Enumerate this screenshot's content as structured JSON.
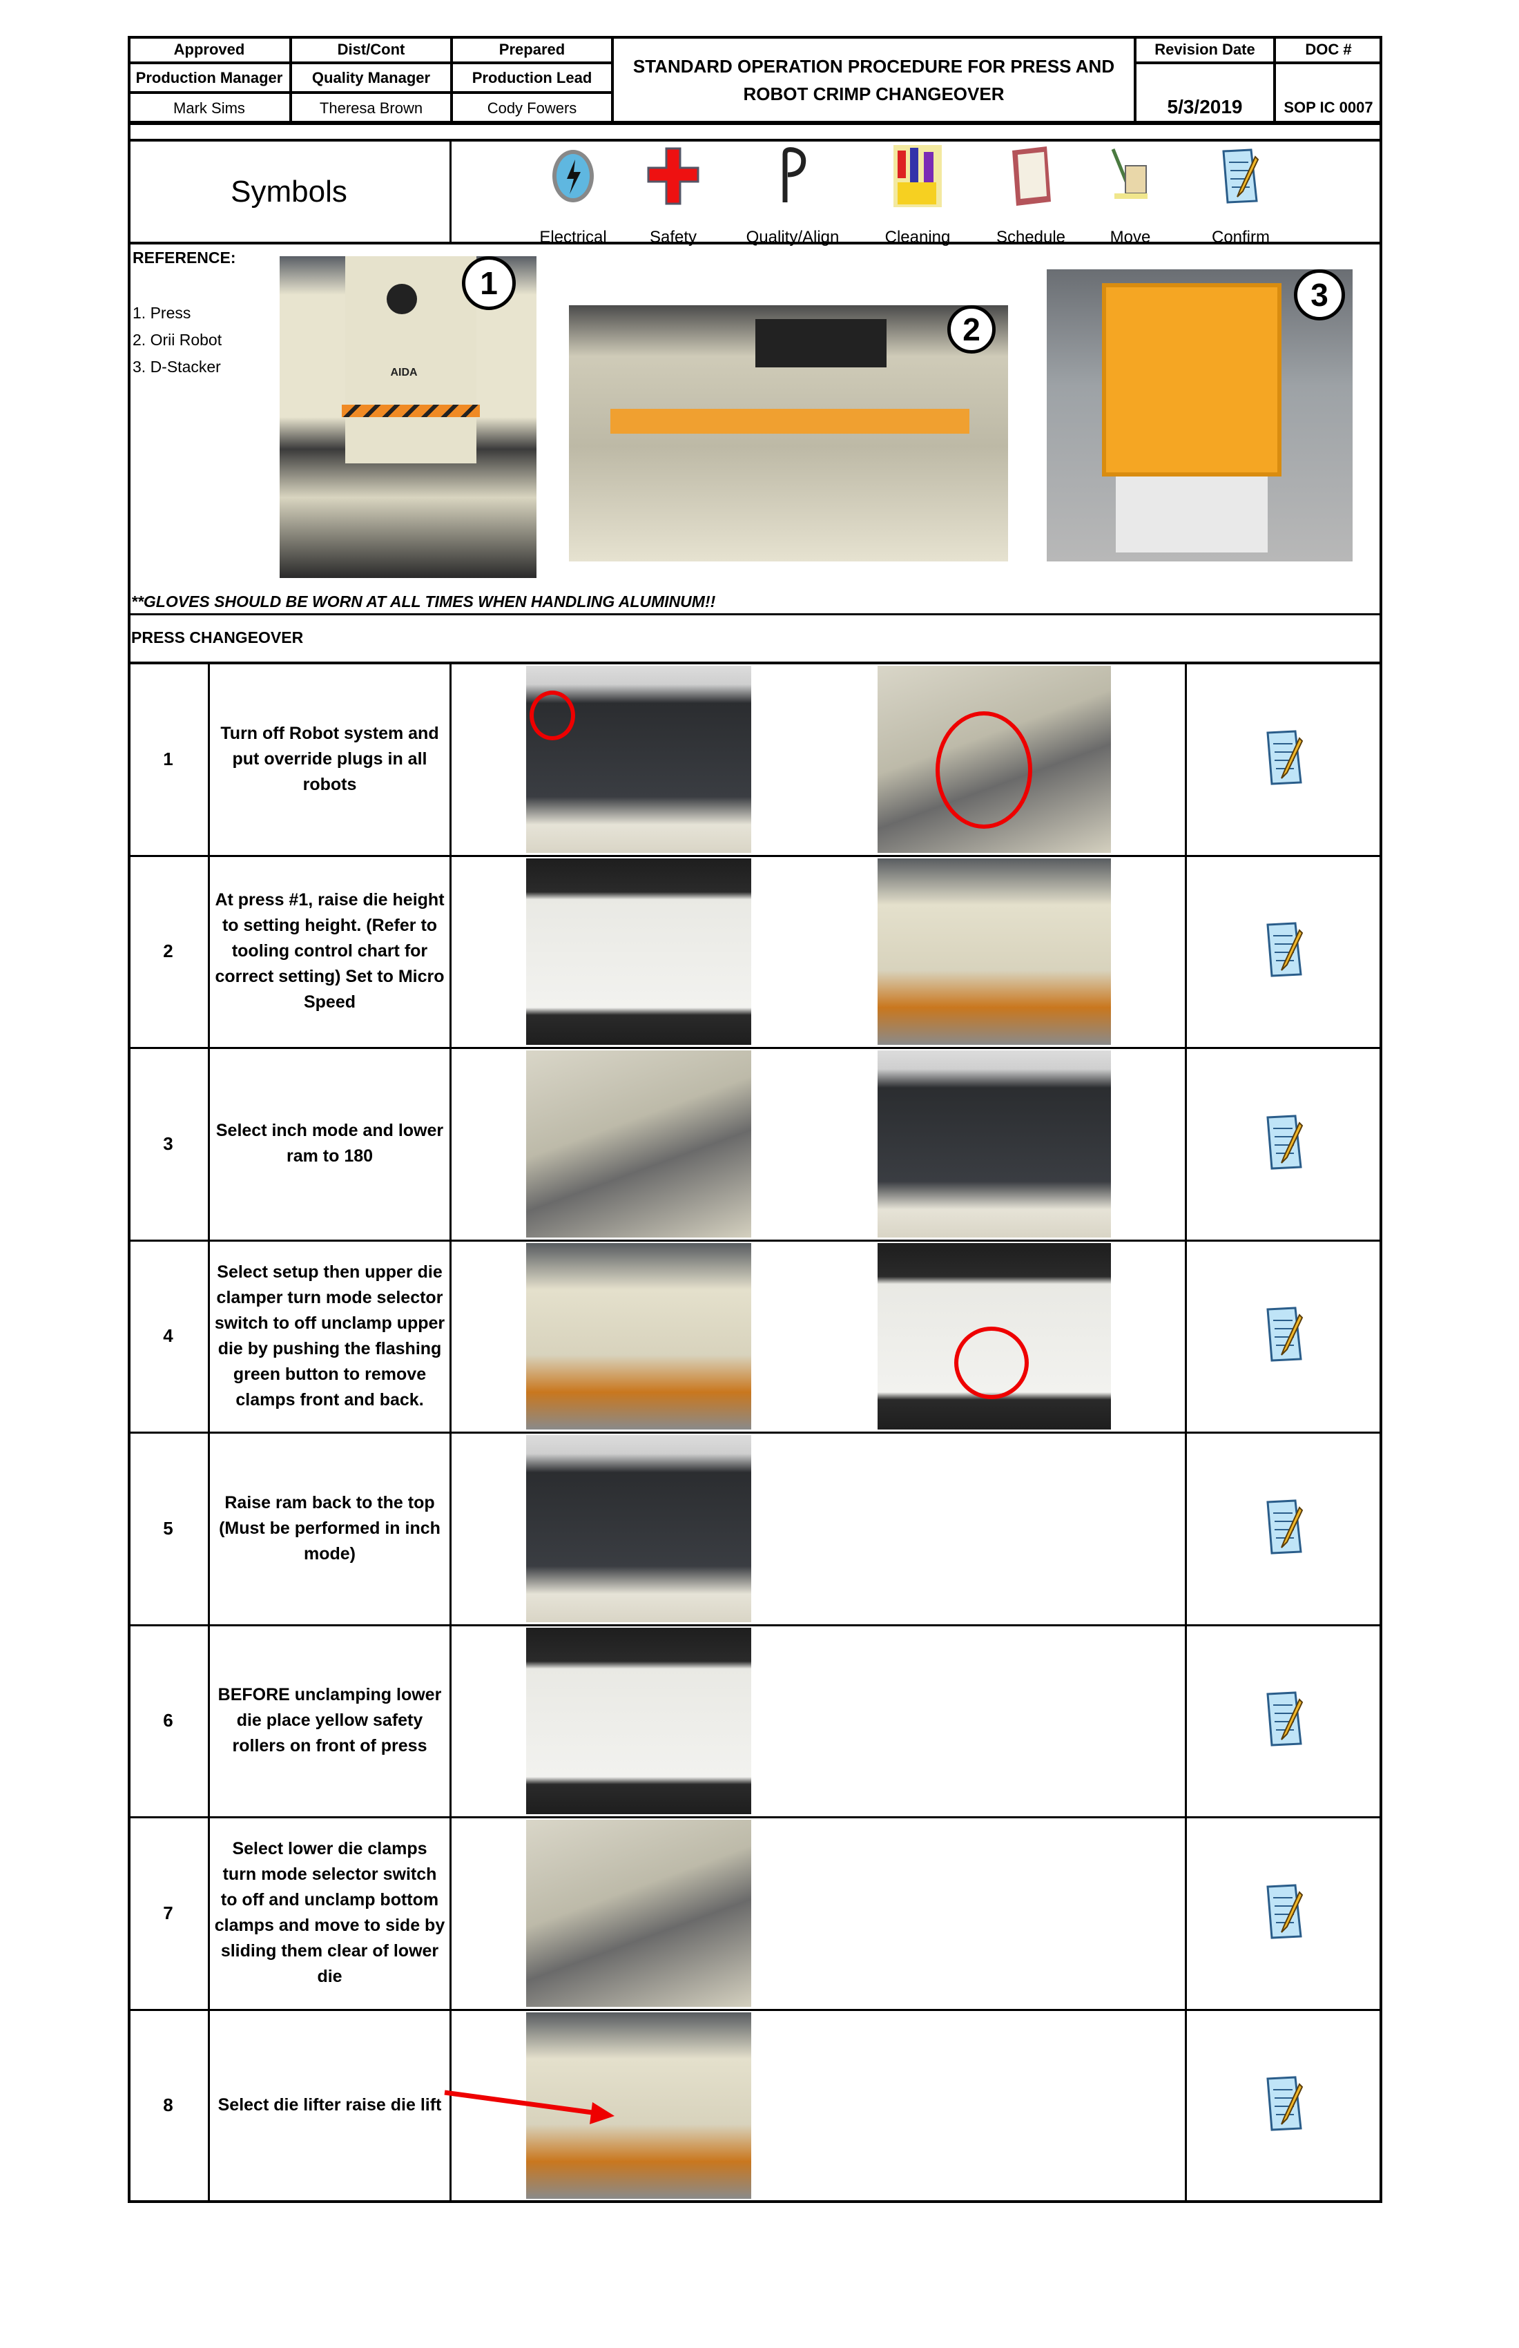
{
  "header": {
    "approved_label": "Approved",
    "dist_label": "Dist/Cont",
    "prepared_label": "Prepared",
    "approved_role": "Production Manager",
    "dist_role": "Quality Manager",
    "prepared_role": "Production Lead",
    "approved_name": "Mark Sims",
    "dist_name": "Theresa Brown",
    "prepared_name": "Cody Fowers",
    "title_line1": "STANDARD OPERATION PROCEDURE FOR PRESS AND",
    "title_line2": "ROBOT CRIMP CHANGEOVER",
    "revision_label": "Revision Date",
    "revision_date": "5/3/2019",
    "doc_label": "DOC #",
    "doc_number": "SOP IC 0007"
  },
  "symbols": {
    "title": "Symbols",
    "items": [
      {
        "label": "Electrical",
        "icon": "lightning-icon"
      },
      {
        "label": "Safety",
        "icon": "red-cross-icon"
      },
      {
        "label": "Quality/Align",
        "icon": "caliper-icon"
      },
      {
        "label": "Cleaning",
        "icon": "cleaning-supplies-icon"
      },
      {
        "label": "Schedule",
        "icon": "schedule-book-icon"
      },
      {
        "label": "Move",
        "icon": "dolly-icon"
      },
      {
        "label": "Confirm",
        "icon": "notepad-pencil-icon"
      }
    ]
  },
  "reference": {
    "title": "REFERENCE:",
    "items": [
      "1.  Press",
      "2.  Orii Robot",
      "3.  D-Stacker"
    ],
    "photo_badges": [
      "1",
      "2",
      "3"
    ]
  },
  "warning": "**GLOVES SHOULD BE WORN AT ALL TIMES WHEN HANDLING ALUMINUM!!",
  "section_title": "PRESS CHANGEOVER",
  "steps": [
    {
      "number": "1",
      "text": "Turn off Robot system and put override plugs in all robots",
      "photos": 2
    },
    {
      "number": "2",
      "text": "At press #1, raise die height to setting height.  (Refer to tooling control chart for correct setting) Set to Micro Speed",
      "photos": 2
    },
    {
      "number": "3",
      "text": "Select inch mode and lower ram to 180",
      "photos": 2
    },
    {
      "number": "4",
      "text": "Select setup then upper die clamper turn mode selector switch to off unclamp upper die by pushing the flashing green button to remove clamps front and back.",
      "photos": 2
    },
    {
      "number": "5",
      "text": "Raise ram back to the top (Must be performed in inch mode)",
      "photos": 1
    },
    {
      "number": "6",
      "text": "BEFORE unclamping lower die place yellow safety rollers on front of press",
      "photos": 1
    },
    {
      "number": "7",
      "text": "Select lower die clamps turn mode selector switch to off and unclamp bottom clamps and move to side by sliding them clear of lower die",
      "photos": 1
    },
    {
      "number": "8",
      "text": "Select die lifter raise die lift",
      "photos": 1
    }
  ],
  "colors": {
    "highlight": "#e00000",
    "accent_orange": "#f5a623"
  }
}
